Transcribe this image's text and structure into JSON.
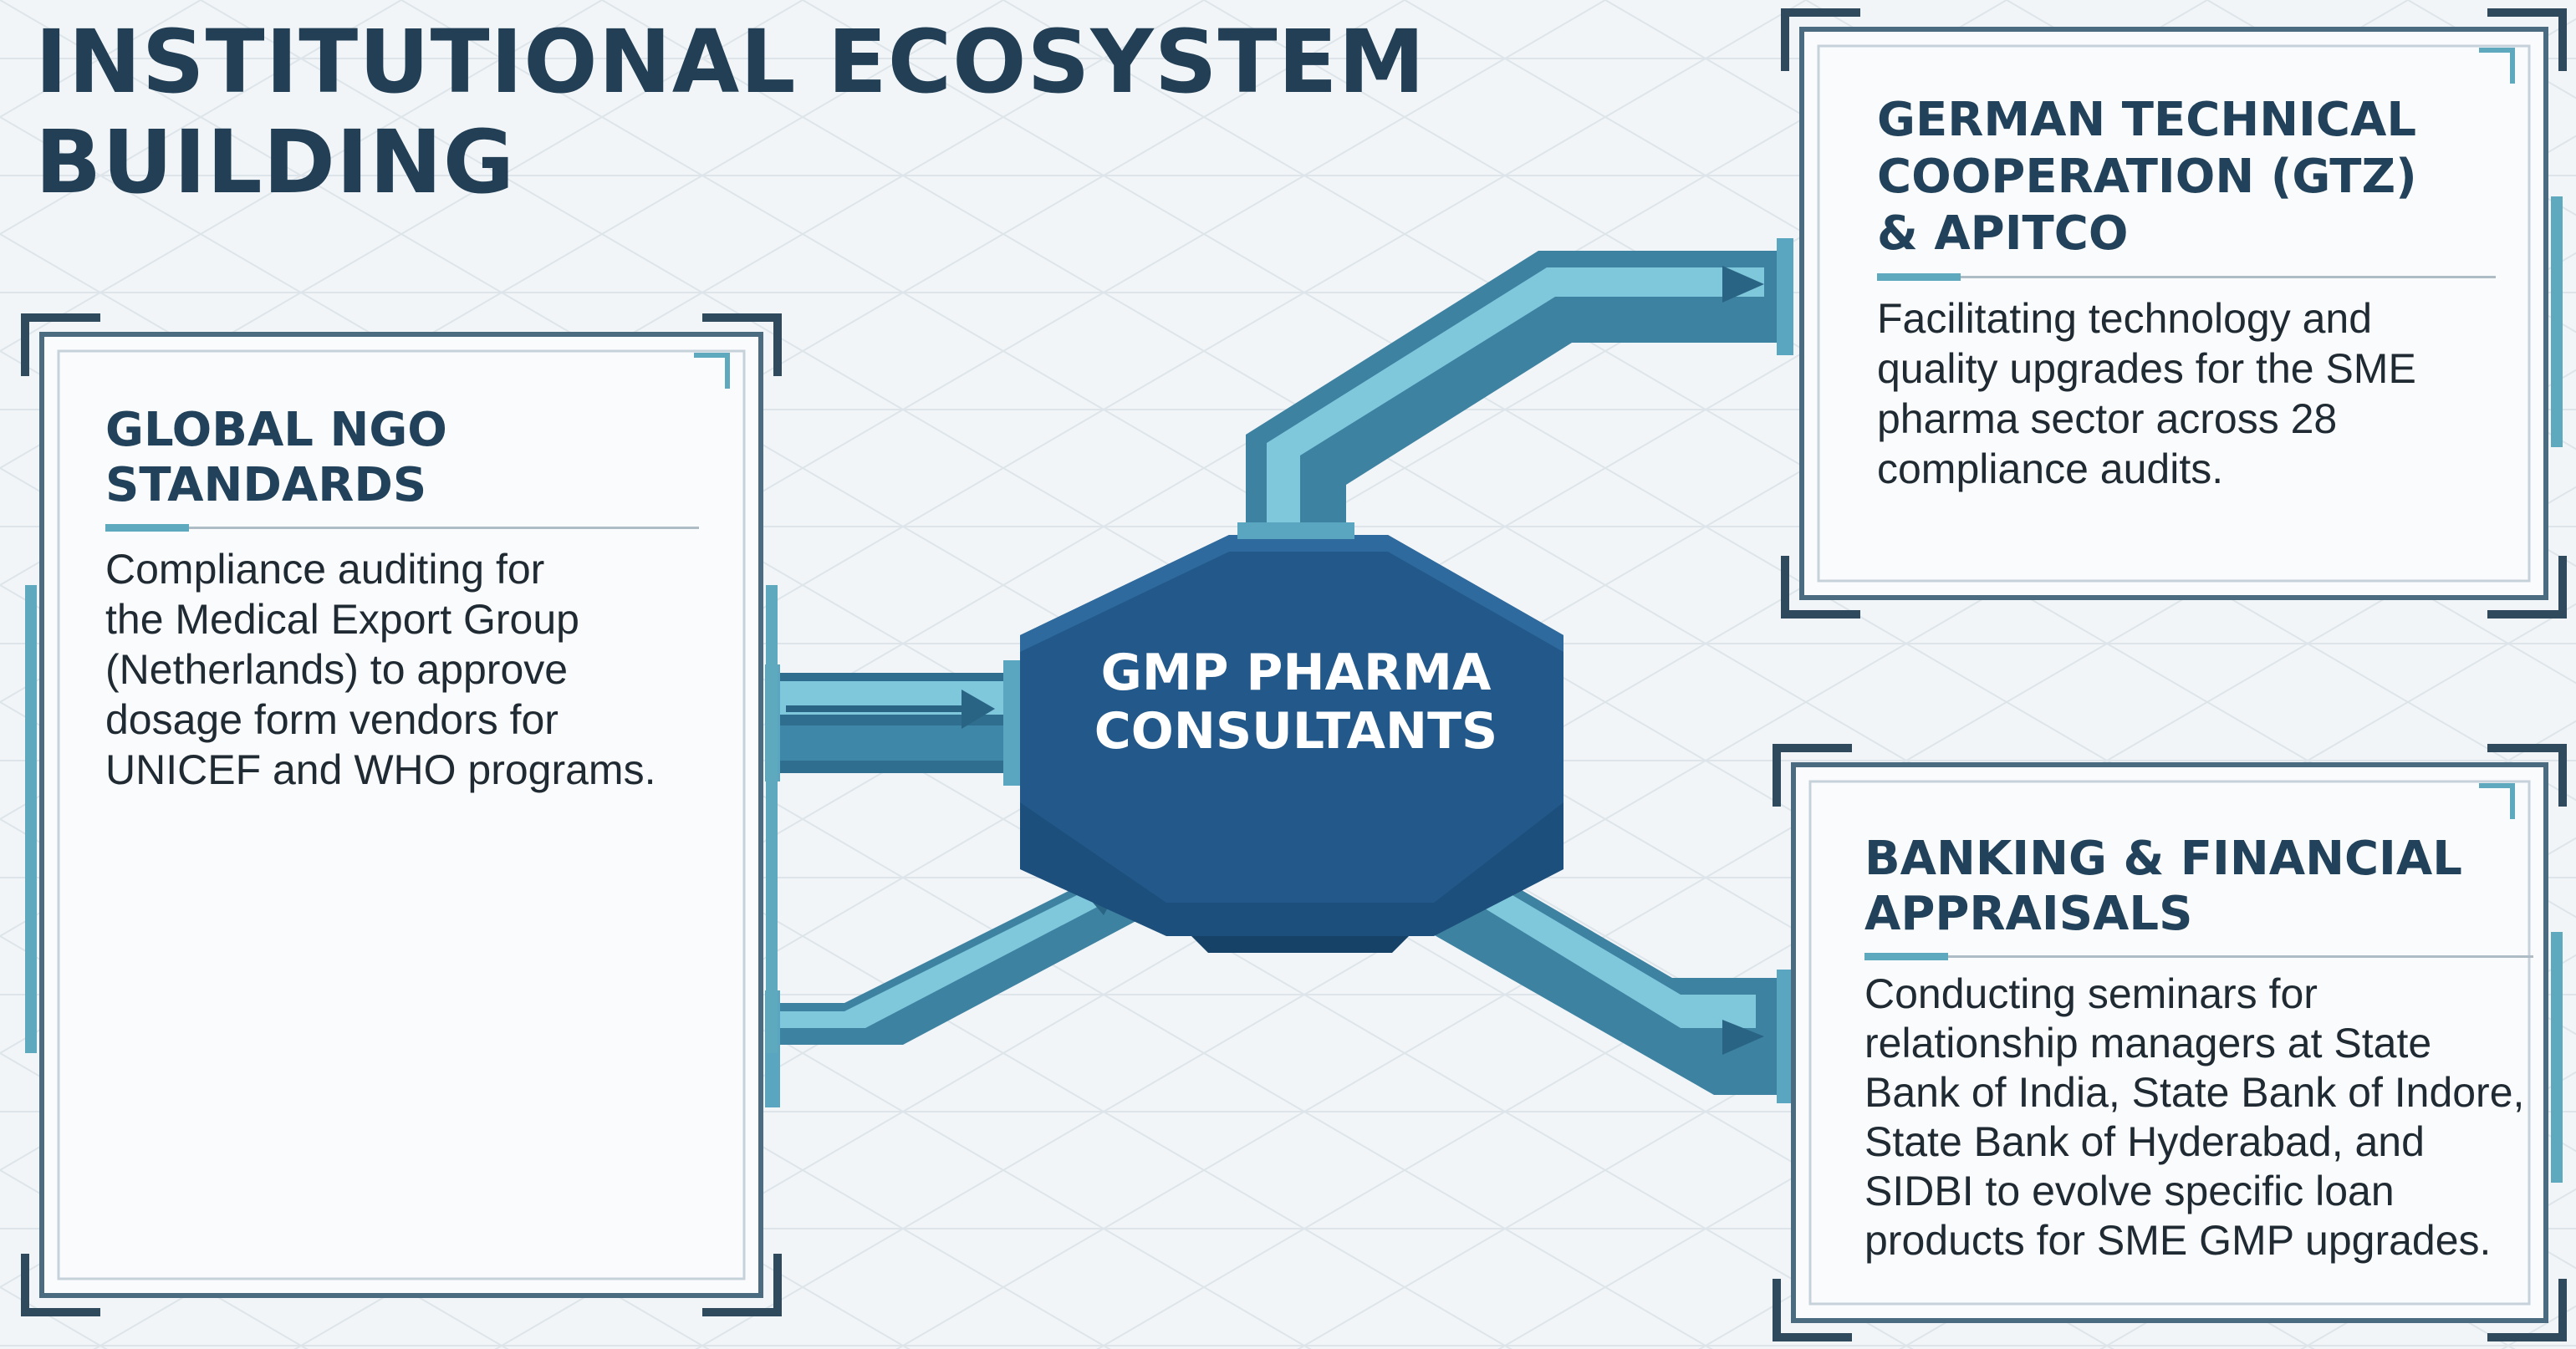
{
  "title": "INSTITUTIONAL ECOSYSTEM\nBUILDING",
  "hub": {
    "label": "GMP PHARMA\nCONSULTANTS"
  },
  "panels": {
    "ngo": {
      "heading": "GLOBAL NGO\nSTANDARDS",
      "body": "Compliance auditing for\nthe Medical Export Group\n(Netherlands) to approve\ndosage form vendors for\nUNICEF and WHO programs."
    },
    "gtz": {
      "heading": "GERMAN TECHNICAL\nCOOPERATION (GTZ)\n& APITCO",
      "body": "Facilitating technology and\nquality upgrades for the SME\npharma sector across 28\ncompliance audits."
    },
    "banking": {
      "heading": "BANKING & FINANCIAL\nAPPRAISALS",
      "body": "Conducting seminars for\nrelationship managers at State\nBank of India, State Bank of Indore,\nState Bank of Hyderabad, and\nSIDBI to evolve specific loan\nproducts for SME GMP upgrades."
    }
  },
  "colors": {
    "title": "#223f55",
    "hub_top": "#225a8a",
    "hub_side": "#18466e",
    "pipe": "#3e82a2",
    "pipe_highlight": "#7fc8dc",
    "frame": "#4a6b80",
    "accent": "#5fa9bf"
  }
}
